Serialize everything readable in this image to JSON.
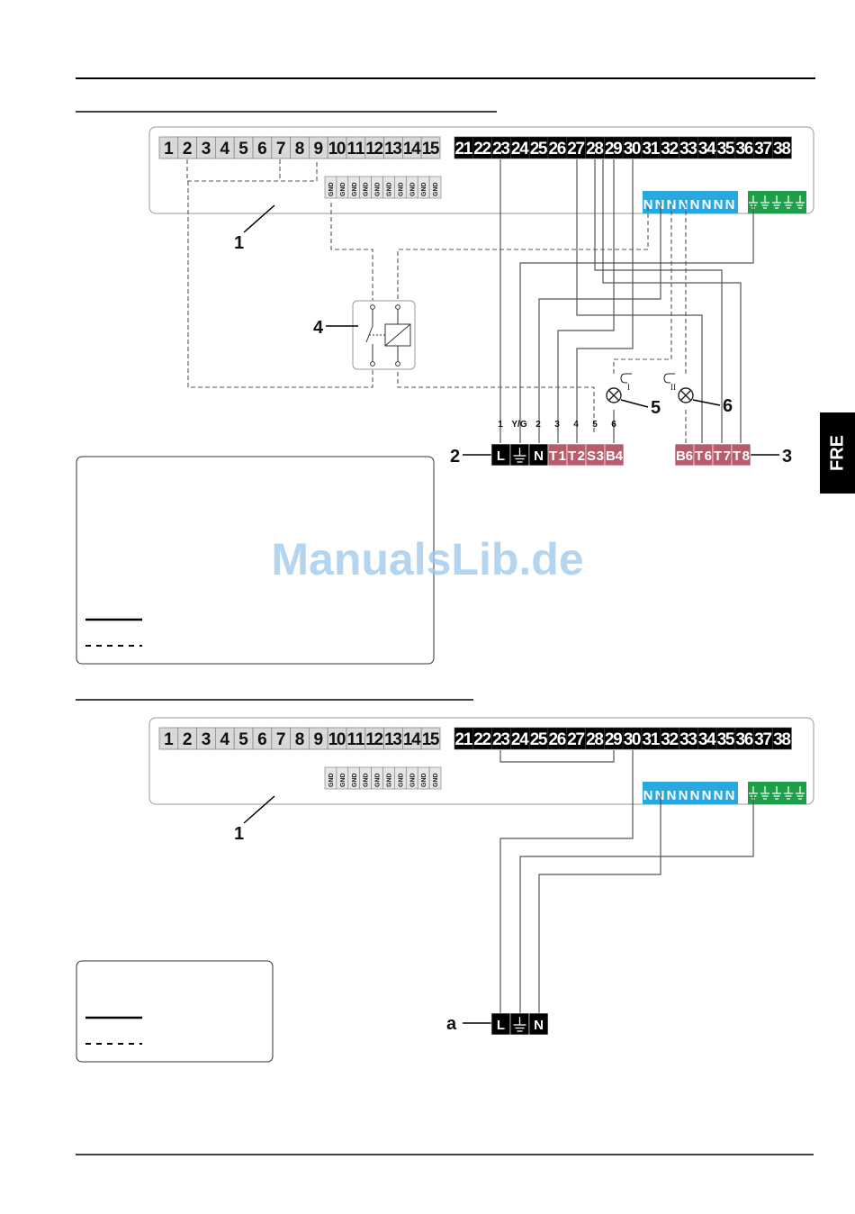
{
  "side_tab": "FRE",
  "watermark": "ManualsLib.de",
  "terminals_light": [
    "1",
    "2",
    "3",
    "4",
    "5",
    "6",
    "7",
    "8",
    "9",
    "10",
    "11",
    "12",
    "13",
    "14",
    "15"
  ],
  "terminals_dark": [
    "21",
    "22",
    "23",
    "24",
    "25",
    "26",
    "27",
    "28",
    "29",
    "30",
    "31",
    "32",
    "33",
    "34",
    "35",
    "36",
    "37",
    "38"
  ],
  "gnd_label": "GND",
  "n_label": "N",
  "callouts": {
    "one": "1",
    "two": "2",
    "three": "3",
    "four": "4",
    "five": "5",
    "six": "6",
    "a": "a"
  },
  "connector2": {
    "wire_numbers": [
      "1",
      "Y/G",
      "2",
      "3",
      "4",
      "5",
      "6"
    ],
    "terminals": [
      "L",
      "⏚",
      "N",
      "T1",
      "T2",
      "S3",
      "B4"
    ]
  },
  "connector3": {
    "terminals": [
      "B6",
      "T6",
      "T7",
      "T8"
    ]
  },
  "connector_a": {
    "terminals": [
      "L",
      "⏚",
      "N"
    ]
  },
  "lamp_subs": [
    "I",
    "II"
  ],
  "colors": {
    "blue": "#29a8e0",
    "green": "#1e9e4a",
    "red": "#b85c6c",
    "black": "#000000",
    "light": "#d9d9d9"
  }
}
